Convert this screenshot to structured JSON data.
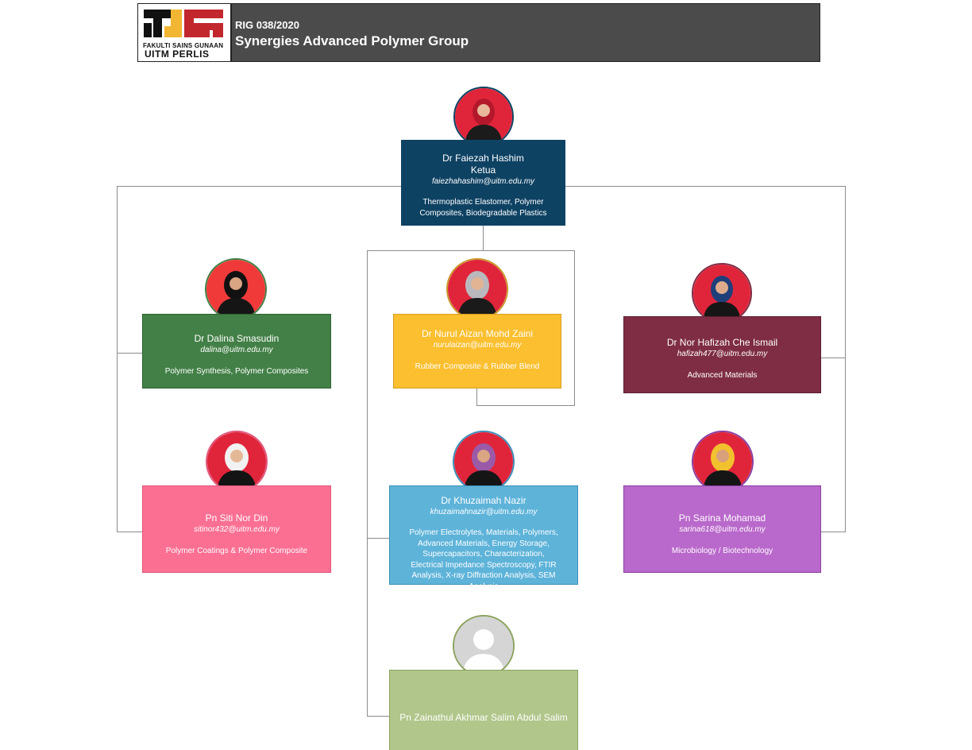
{
  "header": {
    "code": "RIG 038/2020",
    "title": "Synergies Advanced Polymer Group",
    "logo_line1": "FAKULTI SAINS GUNAAN",
    "logo_line2": "UITM PERLIS"
  },
  "members": {
    "leader": {
      "name": "Dr Faiezah Hashim",
      "role": "Ketua",
      "email": "faiezhahashim@uitm.edu.my",
      "area": "Thermoplastic Elastomer, Polymer Composites, Biodegradable Plastics"
    },
    "dalina": {
      "name": "Dr Dalina Smasudin",
      "email": "dalina@uitm.edu.my",
      "area": "Polymer Synthesis, Polymer Composites"
    },
    "nurul": {
      "name": "Dr Nurul Aizan Mohd Zaini",
      "email": "nurulaizan@uitm.edu.my",
      "area": "Rubber Composite & Rubber Blend"
    },
    "hafizah": {
      "name": "Dr Nor Hafizah Che Ismail",
      "email": "hafizah477@uitm.edu.my",
      "area": "Advanced Materials"
    },
    "siti": {
      "name": "Pn Siti Nor Din",
      "email": "sitinor432@uitm.edu.my",
      "area": "Polymer Coatings & Polymer Composite"
    },
    "khuzaimah": {
      "name": "Dr Khuzaimah Nazir",
      "email": "khuzaimahnazir@uitm.edu.my",
      "area": "Polymer Electrolytes, Materials, Polymers, Advanced Materials, Energy Storage, Supercapacitors, Characterization, Electrical Impedance Spectroscopy, FTIR Analysis, X-ray Diffraction Analysis, SEM Analysis"
    },
    "sarina": {
      "name": "Pn Sarina Mohamad",
      "email": "sarina618@uitm.edu.my",
      "area": "Microbiology / Biotechnology"
    },
    "zainathul": {
      "name": "Pn Zainathul Akhmar Salim Abdul Salim"
    }
  },
  "colors": {
    "header": "#4b4b4b",
    "leader": "#0e4263",
    "dalina": "#438047",
    "nurul": "#fbbf2f",
    "hafizah": "#7e2d44",
    "siti": "#fb6f93",
    "khuzaimah": "#5eb3d9",
    "sarina": "#b968cb",
    "zainathul": "#b1c68a",
    "photo_bg": "#e0253b"
  }
}
